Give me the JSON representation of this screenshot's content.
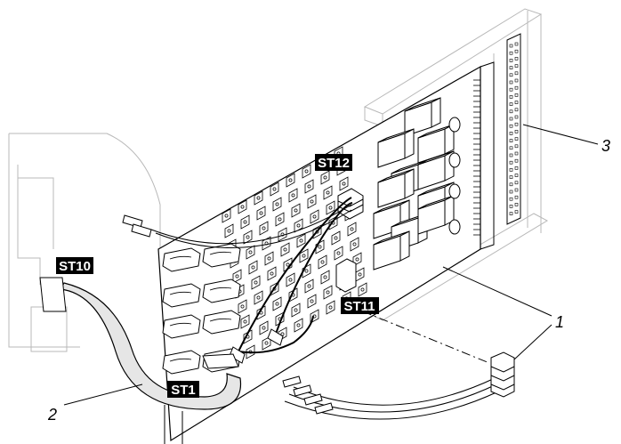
{
  "connector_labels": {
    "st1": "ST1",
    "st10": "ST10",
    "st11": "ST11",
    "st12": "ST12"
  },
  "callouts": {
    "c1": "1",
    "c2": "2",
    "c3": "3"
  },
  "colors": {
    "line": "#000000",
    "background_outline": "#b8b8b8",
    "label_fill": "#000000",
    "label_text": "#ffffff",
    "cable_fill": "#e6e6e6"
  }
}
